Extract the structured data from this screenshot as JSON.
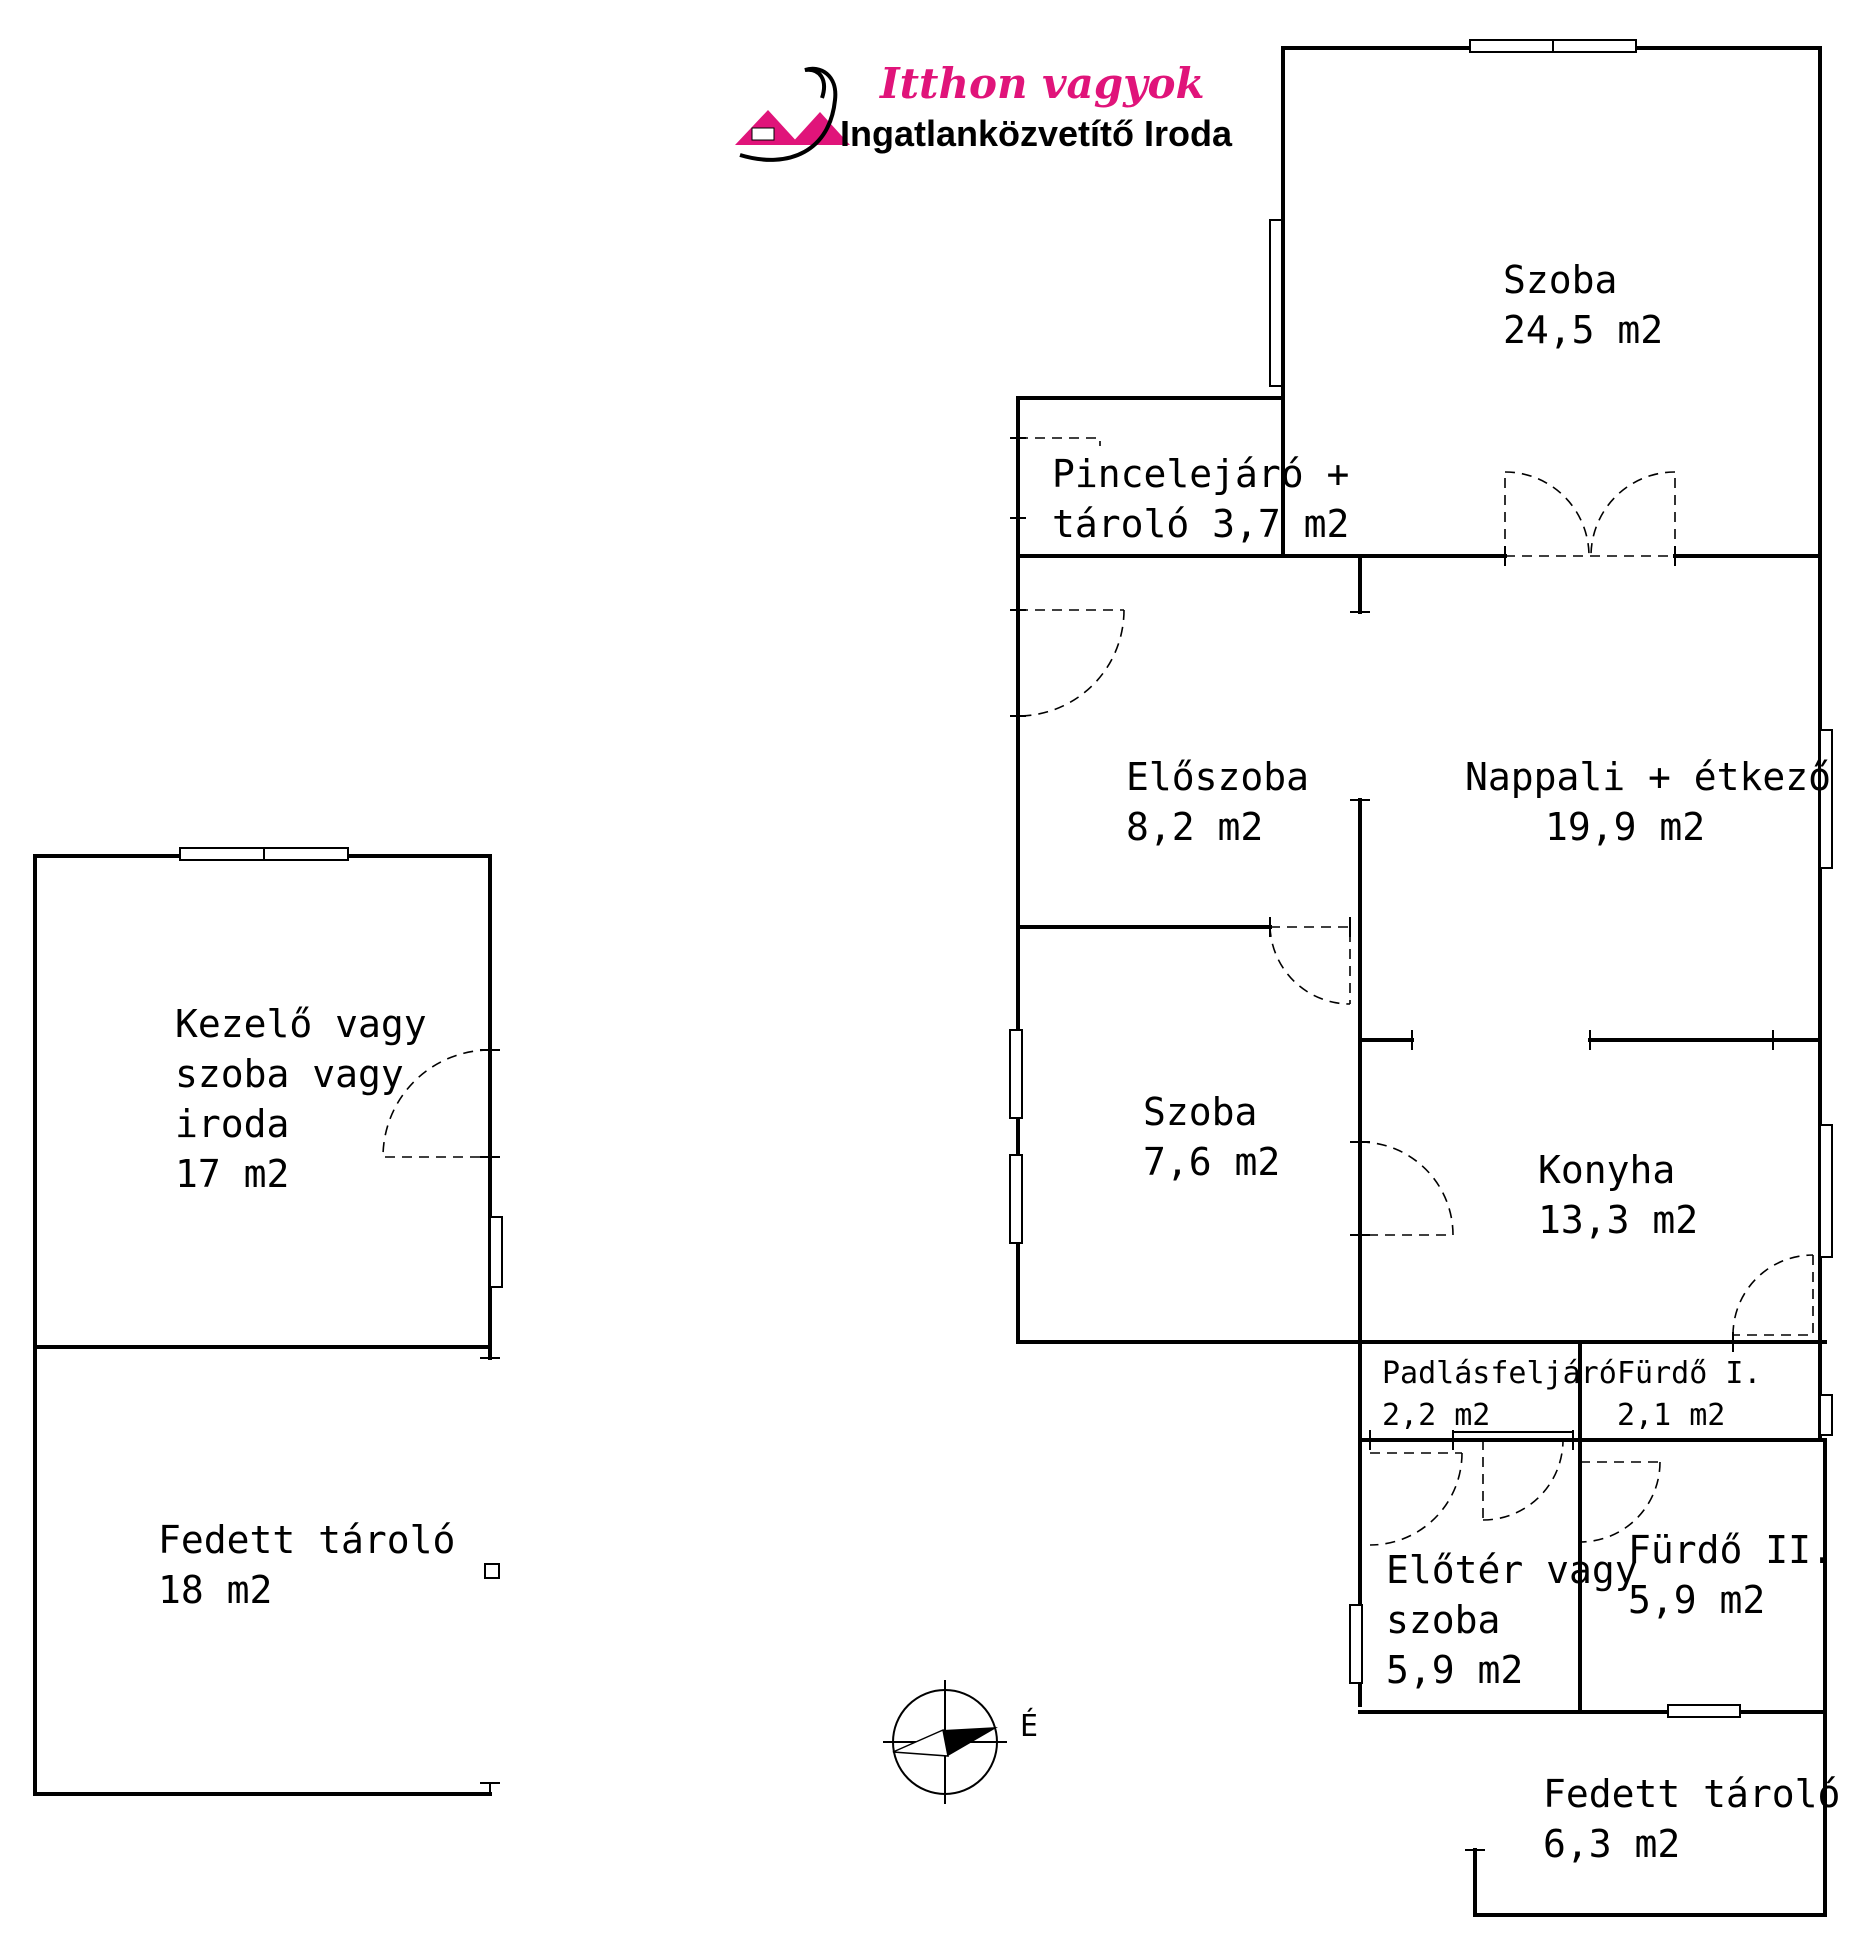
{
  "logo": {
    "title": "Itthon vagyok",
    "subtitle": "Ingatlanközvetítő Iroda",
    "brand_color": "#e0147a"
  },
  "compass": {
    "label": "É"
  },
  "rooms": [
    {
      "key": "szoba_large",
      "lines": [
        "Szoba",
        "24,5 m2"
      ]
    },
    {
      "key": "pince",
      "lines": [
        "Pincelejáró +",
        "tároló 3,7 m2"
      ]
    },
    {
      "key": "eloszoba",
      "lines": [
        "Előszoba",
        "8,2 m2"
      ]
    },
    {
      "key": "nappali",
      "lines": [
        "Nappali + étkező",
        "19,9 m2"
      ]
    },
    {
      "key": "szoba_small",
      "lines": [
        "Szoba",
        "7,6 m2"
      ]
    },
    {
      "key": "konyha",
      "lines": [
        "Konyha",
        "13,3 m2"
      ]
    },
    {
      "key": "padlas",
      "lines": [
        "Padlásfeljáró",
        "2,2 m2"
      ]
    },
    {
      "key": "furdo1",
      "lines": [
        "Fürdő I.",
        "2,1 m2"
      ]
    },
    {
      "key": "eloter",
      "lines": [
        "Előtér vagy",
        "szoba",
        "5,9 m2"
      ]
    },
    {
      "key": "furdo2",
      "lines": [
        "Fürdő II.",
        "5,9 m2"
      ]
    },
    {
      "key": "fedett_small",
      "lines": [
        "Fedett tároló",
        "6,3 m2"
      ]
    },
    {
      "key": "kezelo",
      "lines": [
        "Kezelő vagy",
        "szoba vagy",
        "iroda",
        "17 m2"
      ]
    },
    {
      "key": "fedett_large",
      "lines": [
        "Fedett tároló",
        "18 m2"
      ]
    }
  ]
}
